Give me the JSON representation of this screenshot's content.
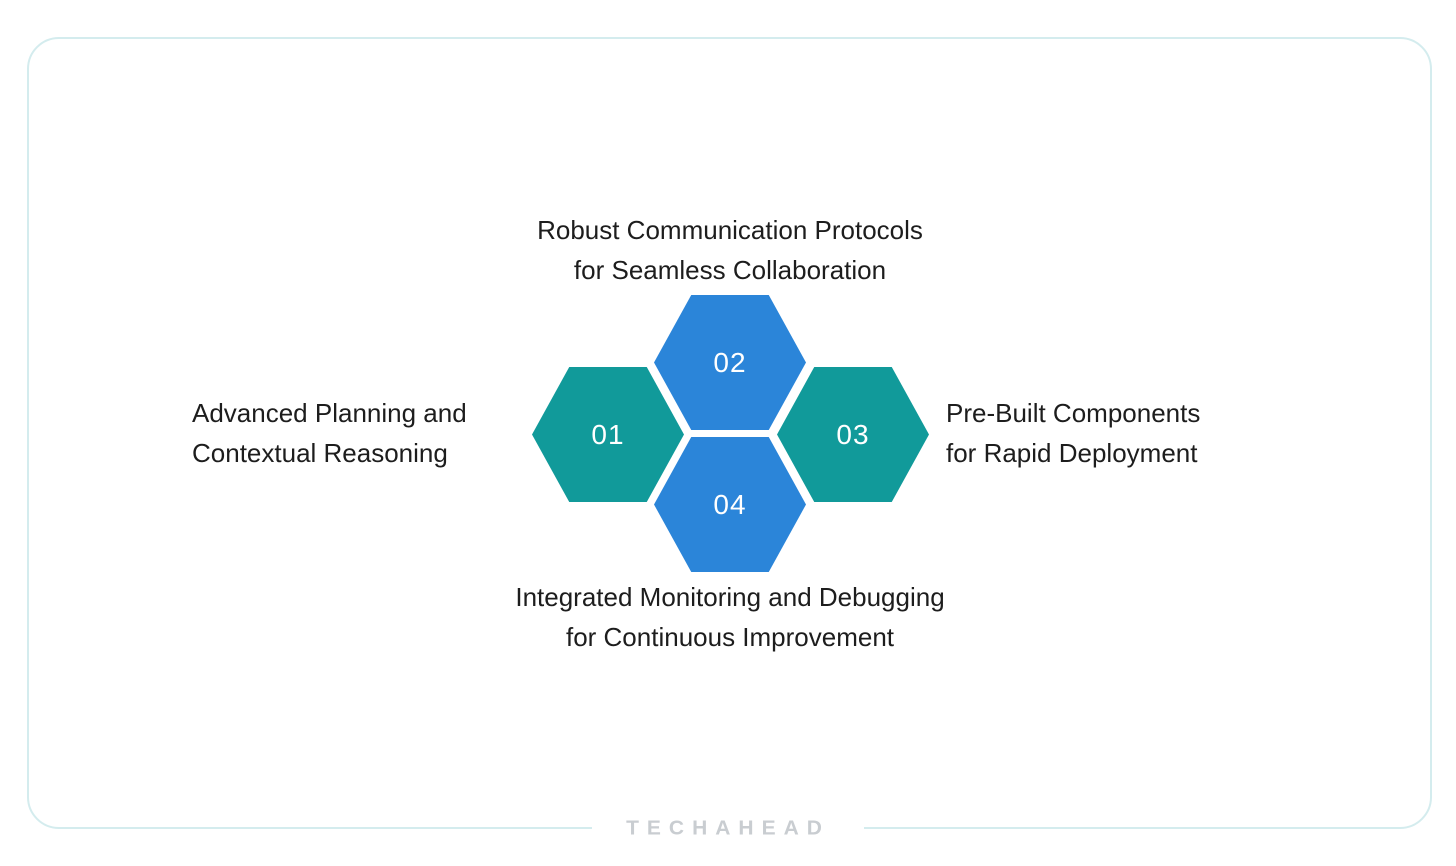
{
  "colors": {
    "card_border": "#d4ecee",
    "hex_blue": "#2b85d9",
    "hex_teal": "#119a9a",
    "label_text": "#1d1d1d",
    "number_text": "#ffffff",
    "brand_gray": "#c9cdd1"
  },
  "hexagons": [
    {
      "number": "01",
      "color": "#119a9a",
      "position": "left"
    },
    {
      "number": "02",
      "color": "#2b85d9",
      "position": "top"
    },
    {
      "number": "03",
      "color": "#119a9a",
      "position": "right"
    },
    {
      "number": "04",
      "color": "#2b85d9",
      "position": "bottom"
    }
  ],
  "labels": {
    "top": {
      "line1": "Robust Communication Protocols",
      "line2": "for Seamless Collaboration"
    },
    "left": {
      "line1": "Advanced Planning and",
      "line2": "Contextual Reasoning"
    },
    "right": {
      "line1": "Pre-Built Components",
      "line2": "for Rapid Deployment"
    },
    "bottom": {
      "line1": "Integrated Monitoring and Debugging",
      "line2": "for Continuous Improvement"
    }
  },
  "footer": {
    "brand": "TECHAHEAD"
  }
}
